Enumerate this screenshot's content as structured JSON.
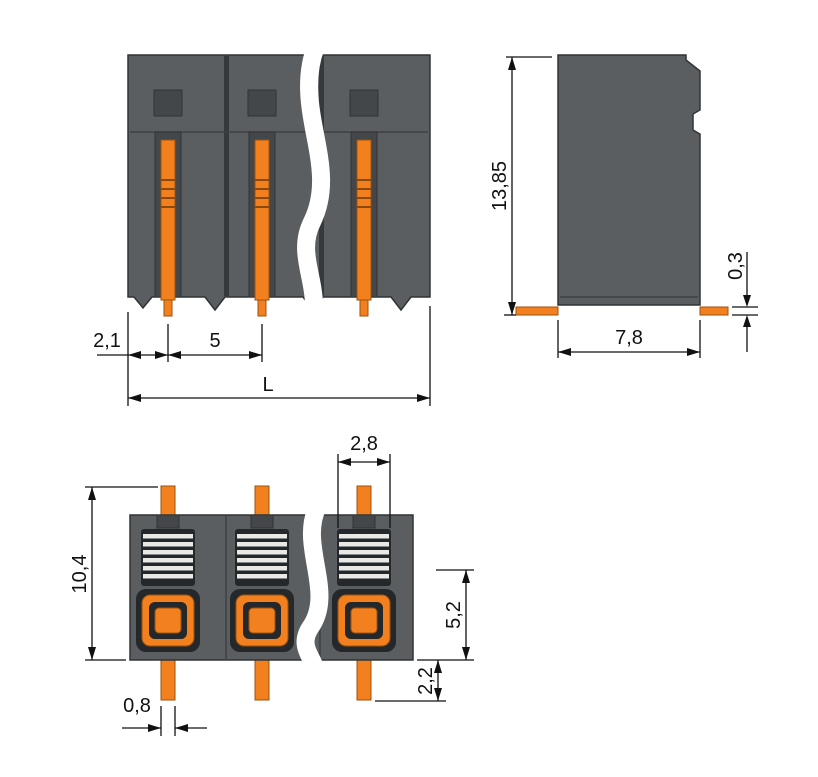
{
  "page": {
    "background": "#ffffff"
  },
  "colors": {
    "body_gray": "#5a5e60",
    "detail_dark_gray": "#43474a",
    "slot_dark": "#24282a",
    "contact_orange": "#f2801e",
    "dimension_black": "#111111"
  },
  "front_view": {
    "dims": {
      "edge_to_first_pin": "2,1",
      "pin_pitch": "5",
      "total_length": "L"
    }
  },
  "side_view": {
    "dims": {
      "overall_height": "13,85",
      "solder_pad_thickness": "0,3",
      "body_depth": "7,8"
    }
  },
  "top_view": {
    "dims": {
      "clamp_window_width": "2,8",
      "overall_depth": "10,4",
      "pusher_to_edge": "5,2",
      "pin_protrusion": "2,2",
      "pin_width": "0,8"
    }
  }
}
